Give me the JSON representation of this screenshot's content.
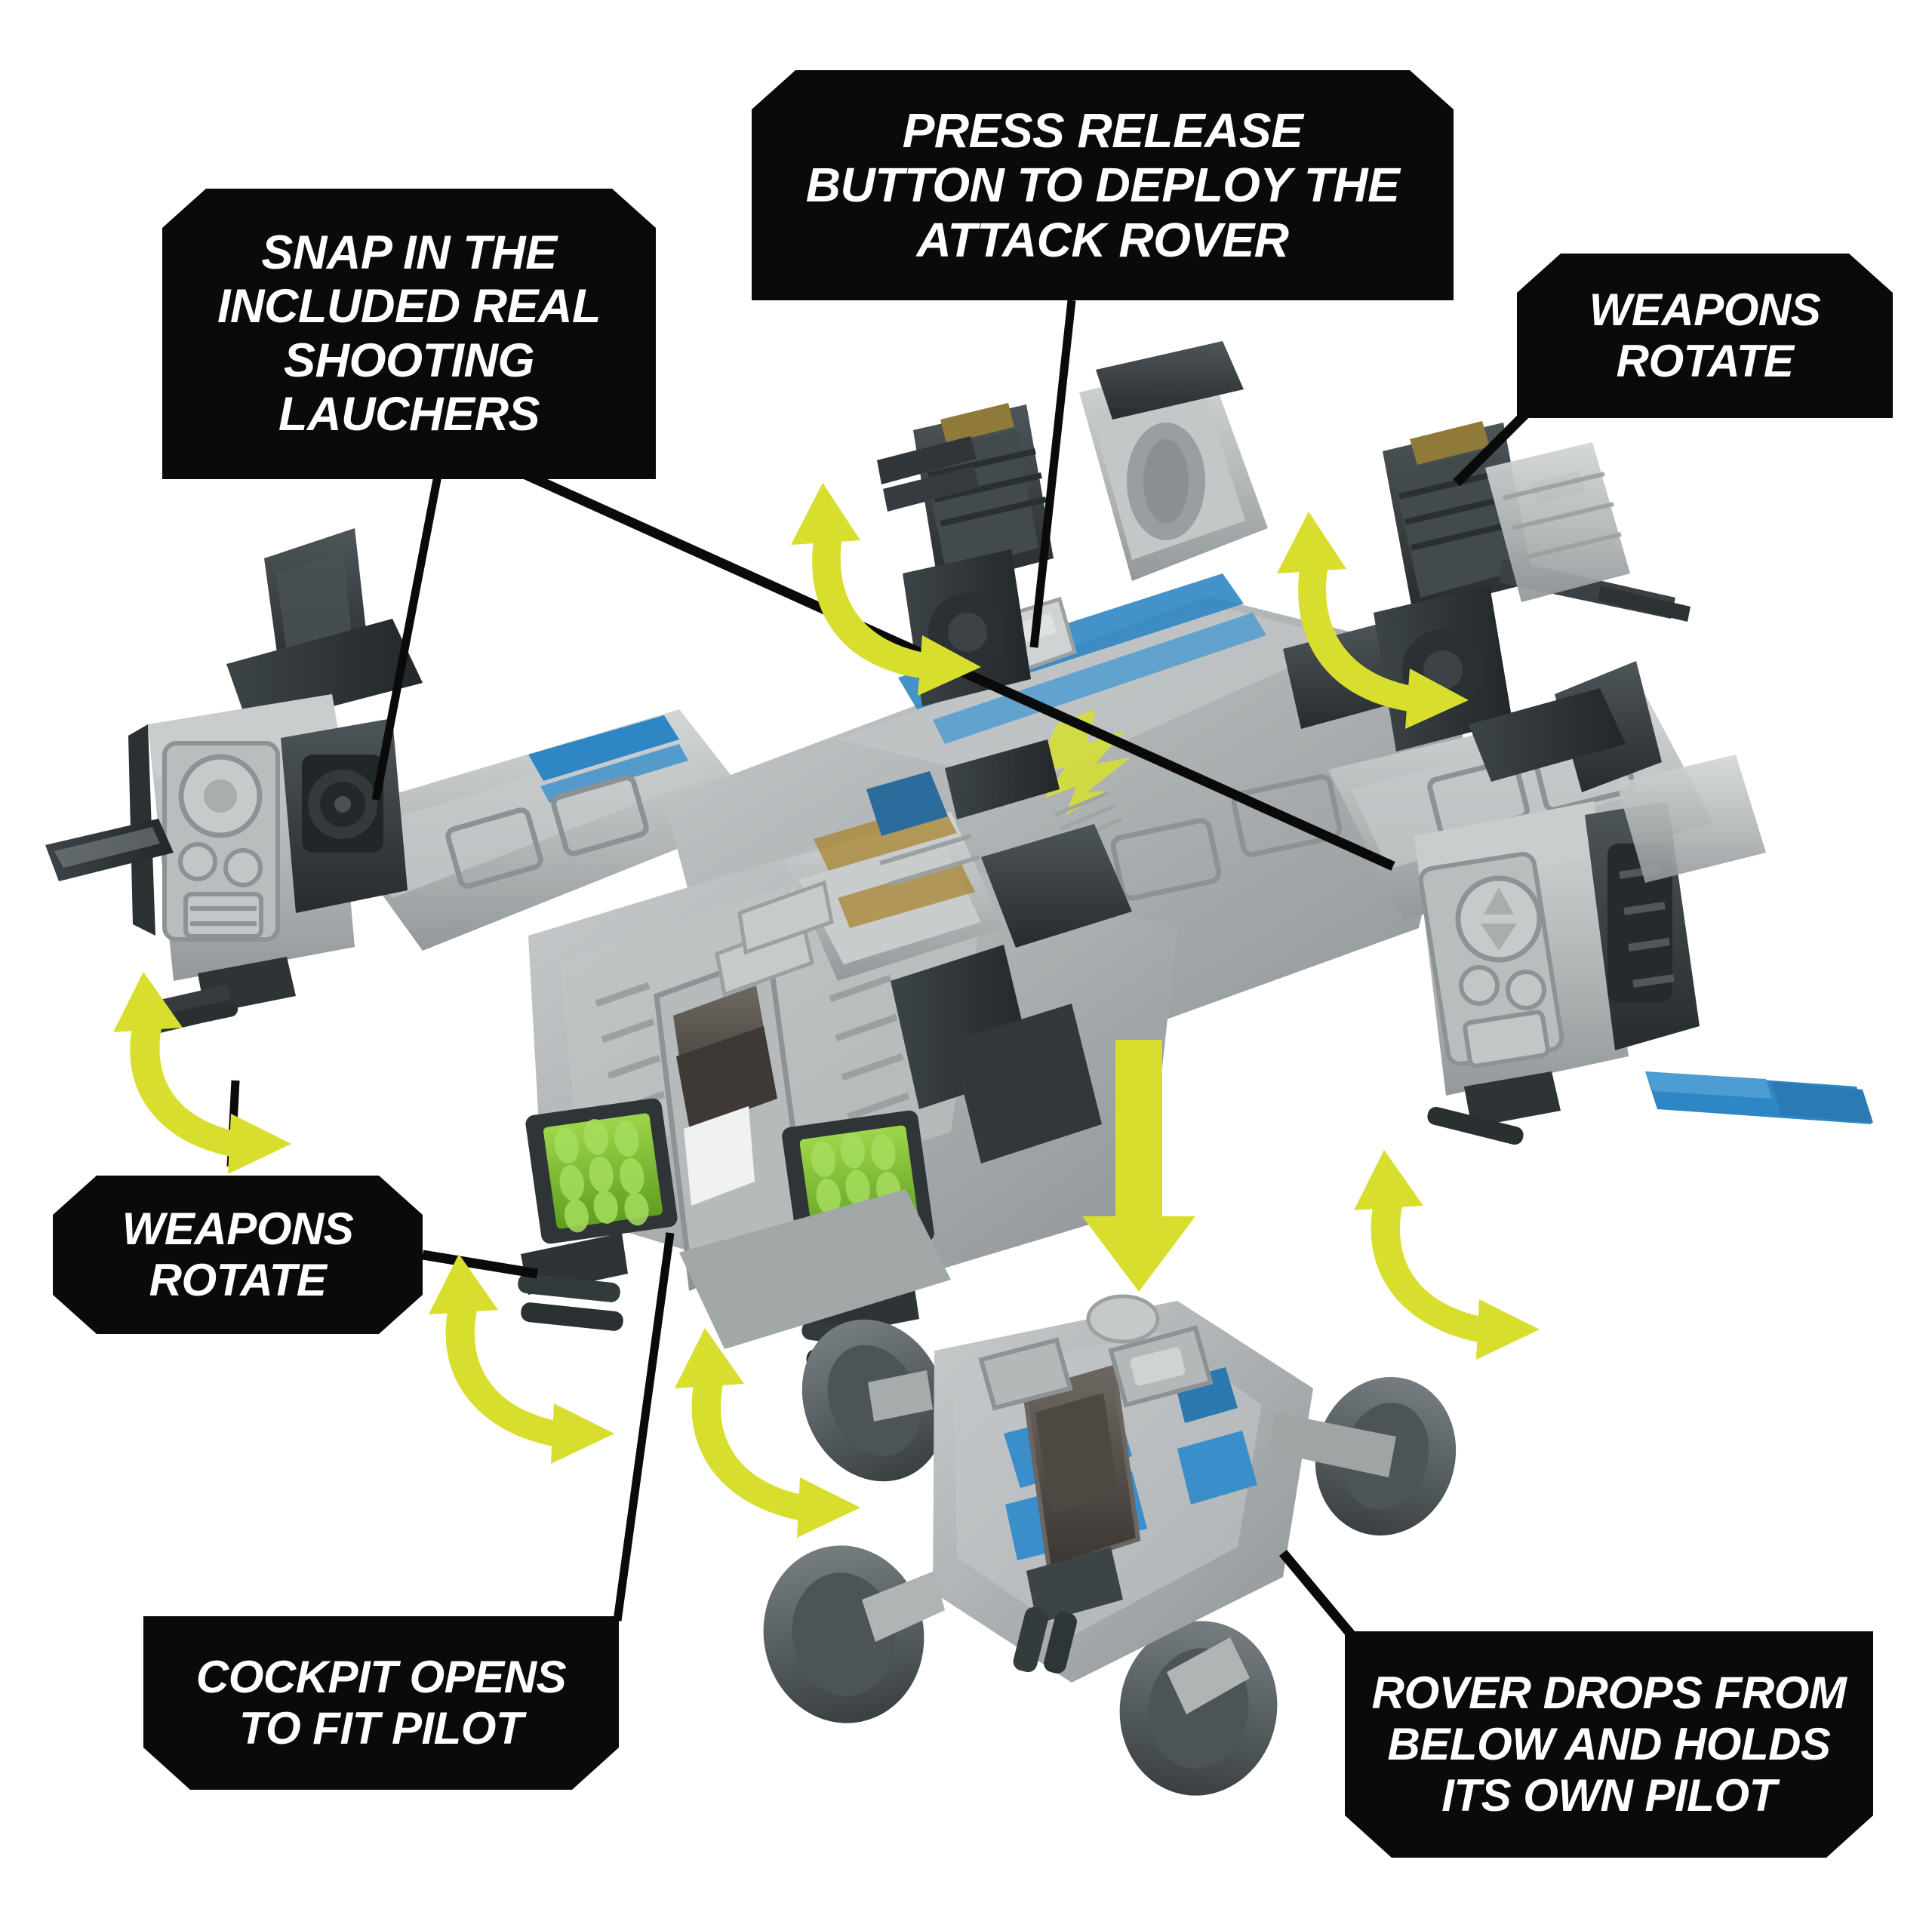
{
  "page": {
    "background_color": "#ffffff",
    "subject": "toy spaceship feature callout diagram"
  },
  "palette": {
    "callout_bg": "#0a0a0a",
    "callout_text": "#ffffff",
    "arrow_yellow": "#d8de2e",
    "accent_blue": "#2f86c4",
    "missile_green": "#7cbf2e",
    "hull_light": "#b9bcbd",
    "hull_mid": "#9a9e9f",
    "hull_dark": "#3f4648",
    "hull_darkest": "#2b3032",
    "canopy_dark": "#4a4440"
  },
  "callouts": [
    {
      "id": "snap-in-launchers",
      "lines": [
        "SNAP IN THE",
        "INCLUDED REAL",
        "SHOOTING",
        "LAUCHERS"
      ],
      "corners": "chamfer-top"
    },
    {
      "id": "press-release-button",
      "lines": [
        "PRESS RELEASE",
        "BUTTON TO DEPLOY THE",
        "ATTACK ROVER"
      ],
      "corners": "chamfer-top"
    },
    {
      "id": "weapons-rotate-top-right",
      "lines": [
        "WEAPONS",
        "ROTATE"
      ],
      "corners": "chamfer-top"
    },
    {
      "id": "weapons-rotate-left",
      "lines": [
        "WEAPONS",
        "ROTATE"
      ],
      "corners": "chamfer-all"
    },
    {
      "id": "cockpit-opens",
      "lines": [
        "COCKPIT OPENS",
        "TO FIT PILOT"
      ],
      "corners": "chamfer-bottom"
    },
    {
      "id": "rover-drops",
      "lines": [
        "ROVER DROPS FROM",
        "BELOW AND HOLDS",
        "ITS OWN PILOT"
      ],
      "corners": "chamfer-bottom"
    }
  ],
  "annotations": {
    "rotation_arrows_count": 6,
    "rotation_arrow_label": "weapons rotate indicator",
    "drop_arrow_label": "rover drops downward"
  },
  "product": {
    "ship_label": "attack dropship",
    "rover_label": "attack rover",
    "ship_features": [
      "rotating wing weapon pods",
      "real shooting launchers",
      "green missile clusters",
      "opening cockpit canopy",
      "release button on hull",
      "blue accent stripes",
      "chartreuse insignia decal"
    ],
    "rover_features": [
      "four off-road wheels",
      "opening cockpit canopy",
      "front mounted gun",
      "blue chevron markings"
    ]
  }
}
